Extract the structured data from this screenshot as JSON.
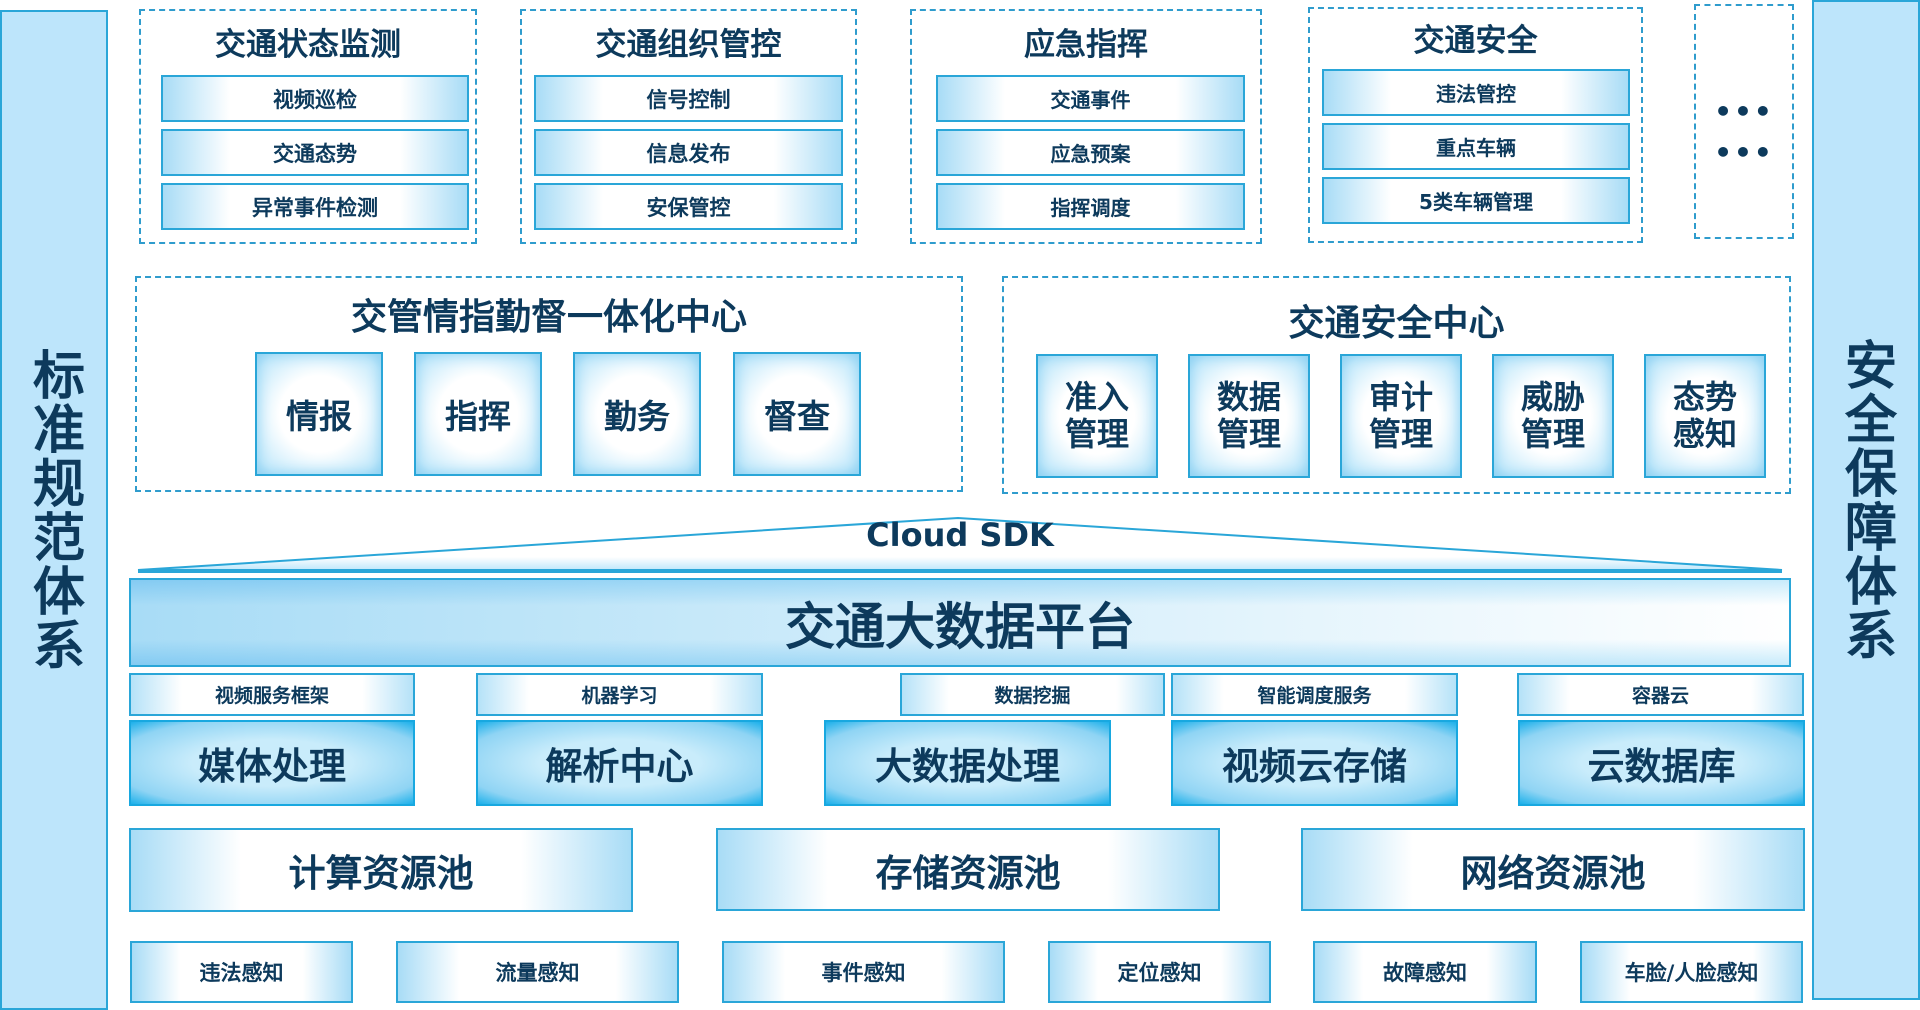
{
  "side_left": {
    "label": "标准规范体系"
  },
  "side_right": {
    "label": "安全保障体系"
  },
  "top_groups": [
    {
      "title": "交通状态监测",
      "items": [
        "视频巡检",
        "交通态势",
        "异常事件检测"
      ]
    },
    {
      "title": "交通组织管控",
      "items": [
        "信号控制",
        "信息发布",
        "安保管控"
      ]
    },
    {
      "title": "应急指挥",
      "items": [
        "交通事件",
        "应急预案",
        "指挥调度"
      ]
    },
    {
      "title": "交通安全",
      "items": [
        "违法管控",
        "重点车辆",
        "5类车辆管理"
      ]
    },
    {
      "more": [
        "•••",
        "•••"
      ]
    }
  ],
  "center_left": {
    "title": "交管情指勤督一体化中心",
    "cards": [
      "情报",
      "指挥",
      "勤务",
      "督查"
    ]
  },
  "center_right": {
    "title": "交通安全中心",
    "cards": [
      "准入\n管理",
      "数据\n管理",
      "审计\n管理",
      "威胁\n管理",
      "态势\n感知"
    ]
  },
  "sdk": {
    "label": "Cloud SDK"
  },
  "platform": {
    "label": "交通大数据平台"
  },
  "services": [
    "视频服务框架",
    "机器学习",
    "数据挖掘",
    "智能调度服务",
    "容器云"
  ],
  "modules": [
    "媒体处理",
    "解析中心",
    "大数据处理",
    "视频云存储",
    "云数据库"
  ],
  "pools": [
    "计算资源池",
    "存储资源池",
    "网络资源池"
  ],
  "sensing": [
    "违法感知",
    "流量感知",
    "事件感知",
    "定位感知",
    "故障感知",
    "车脸/人脸感知"
  ]
}
